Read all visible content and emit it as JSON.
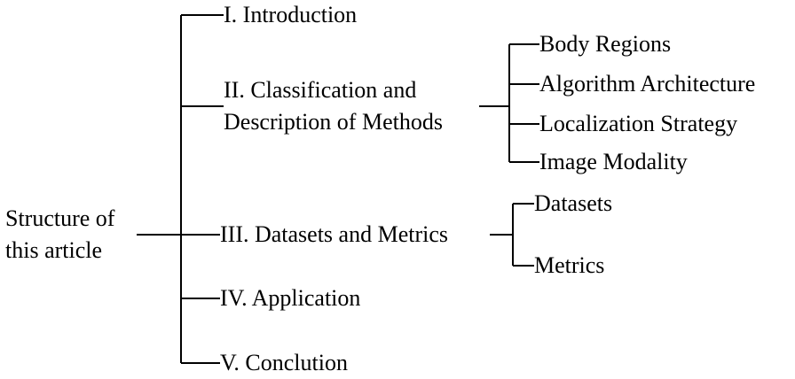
{
  "root": {
    "line1": "Structure of",
    "line2": "this article"
  },
  "sections": {
    "s1": "I. Introduction",
    "s2_line1": "II. Classification and",
    "s2_line2": "Description of Methods",
    "s3": "III. Datasets and Metrics",
    "s4": "IV. Application",
    "s5": "V. Conclution"
  },
  "methods": [
    "Body Regions",
    "Algorithm Architecture",
    "Localization Strategy",
    "Image Modality"
  ],
  "data_metrics": [
    "Datasets",
    "Metrics"
  ]
}
